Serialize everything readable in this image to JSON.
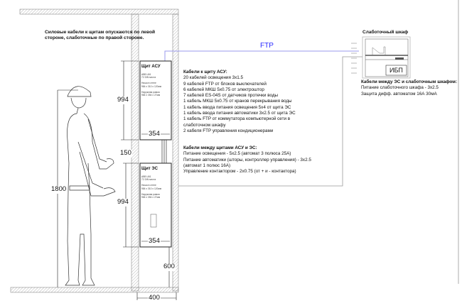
{
  "note": [
    "Силовые кабели к щитам опускаются по левой",
    "стороне, слаботочные по правой стороне."
  ],
  "ftp_label": "FTP",
  "panels": [
    {
      "title": "Щит АСУ",
      "lines": [
        "ABB U61",
        "72 DIN места",
        "",
        "Ниша в стене",
        "984 x 310 x 120мм",
        "",
        "Наружная рамка",
        "984 x 354 x 27мм"
      ]
    },
    {
      "title": "Щит ЭС",
      "lines": [
        "ABB U61",
        "72 DIN места",
        "",
        "Ниша в стене",
        "984 x 310 x 120мм",
        "",
        "Наружная рамка",
        "984 x 354 x 27мм"
      ]
    }
  ],
  "dimensions": {
    "asu_height": "994",
    "gap": "150",
    "es_height": "994",
    "asu_width": "354",
    "es_width": "354",
    "floor_offset": "600",
    "person_height": "1800",
    "niche_depth": "400"
  },
  "asu_cables": {
    "title": "Кабели к щиту АСУ:",
    "items": [
      "20 кабелей освещения 3x1.5",
      "9 кабелей FTP от блоков выключателей",
      "6 кабелей МКШ 5x0.75 от электроштор",
      "7 кабелей ES-04S от датчиков протечки воды",
      "1 кабель МКШ 5x0.75 от кранов перекрывания воды",
      "1 кабель ввода питания освещения 5x4 от щита ЭС",
      "1 кабель ввода питания автоматики 3x2.5 от щита ЭС",
      "1 кабель FTP от коммутатора компьютерной сети в",
      "слаботочном шкафу",
      "2 кабеля FTP управления кондиционерами"
    ]
  },
  "between_cables": {
    "title": "Кабели между щитами АСУ и ЭС:",
    "items": [
      "Питание освещения - 5x2.5 (автомат 3 полюса 25А)",
      "Питание автоматики (шторы, контроллер управления) - 3x2.5",
      "(автомат 1 полюс 16А)",
      "Управление контактором - 2x0.75 (от + и - контактора)"
    ]
  },
  "cabinet": {
    "title": "Слаботочный шкаф",
    "ups_label": "ИБП"
  },
  "cabinet_cables": {
    "title": "Кабели между ЭС и слаботочным шкафом:",
    "items": [
      "Питание слаботочного шкафа - 3x2.5",
      "Защита дифф. автоматом 16А 30мА"
    ]
  },
  "colors": {
    "ftp": "#2a2aff",
    "ftp_line": "#9999ee"
  }
}
